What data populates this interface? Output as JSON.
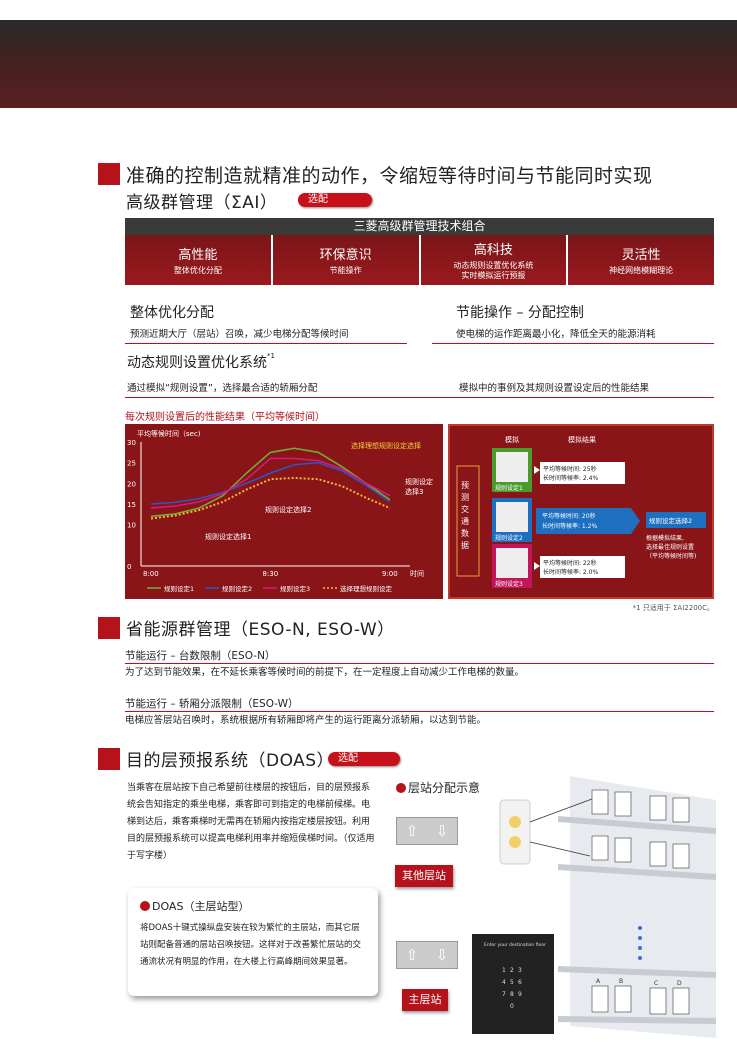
{
  "section1": {
    "title_line1": "准确的控制造就精准的动作，令缩短等待时间与节能同时实现",
    "title_line2": "高级群管理（ΣAI）",
    "badge": "选配"
  },
  "combo": {
    "title": "三菱高级群管理技术组合",
    "cells": [
      {
        "main": "高性能",
        "sub": "整体优化分配",
        "sub2": ""
      },
      {
        "main": "环保意识",
        "sub": "节能操作",
        "sub2": ""
      },
      {
        "main": "高科技",
        "sub": "动态规则设置优化系统",
        "sub2": "实时模拟运行预报"
      },
      {
        "main": "灵活性",
        "sub": "神经网络模糊理论",
        "sub2": ""
      }
    ]
  },
  "features": {
    "overall_title": "整体优化分配",
    "overall_desc": "预测近期大厅（层站）召唤，减少电梯分配等候时间",
    "energy_title": "节能操作 – 分配控制",
    "energy_desc": "使电梯的运作距离最小化，降低全天的能源消耗",
    "dynamic_title": "动态规则设置优化系统",
    "dynamic_sup": "*1",
    "dynamic_desc_left": "通过模拟“规则设置”，选择最合适的轿厢分配",
    "dynamic_desc_right": "模拟中的事例及其规则设置设定后的性能结果"
  },
  "chart_data": {
    "type": "line",
    "title": "每次规则设置后的性能结果（平均等候时间）",
    "ylabel": "平均等候时间（sec)",
    "xlabel": "时间",
    "x_ticks": [
      "8:00",
      "8:30",
      "9:00"
    ],
    "y_ticks": [
      0,
      10,
      15,
      20,
      25,
      30
    ],
    "ylim": [
      0,
      30
    ],
    "x": [
      0,
      0.1,
      0.2,
      0.3,
      0.4,
      0.5,
      0.6,
      0.7,
      0.8,
      0.9,
      1.0
    ],
    "series": [
      {
        "name": "规则设定1",
        "color": "#6fb13a",
        "values": [
          12,
          12.6,
          14,
          17,
          22.5,
          27.5,
          28.5,
          27.5,
          24,
          20,
          16
        ]
      },
      {
        "name": "规则设定2",
        "color": "#2b57c8",
        "values": [
          15,
          15.4,
          16.3,
          17.8,
          20,
          22.5,
          24.5,
          25,
          23,
          19.5,
          15.5
        ]
      },
      {
        "name": "规则设定3",
        "color": "#d81b7a",
        "values": [
          14,
          14.5,
          15.5,
          17.5,
          21,
          26,
          26,
          25.5,
          23.5,
          20,
          17
        ]
      },
      {
        "name": "选择理想规则设定",
        "color": "#f3b43a",
        "values": [
          11.5,
          12.2,
          13.5,
          15.5,
          18.5,
          21,
          21.3,
          21,
          19.3,
          16.5,
          14
        ]
      }
    ],
    "annotations": {
      "ideal": "选择理想规则设定选择",
      "rule1": "规则设定选择1",
      "rule2": "规则设定选择2",
      "rule3a": "规则设定",
      "rule3b": "选择3"
    }
  },
  "simulation": {
    "col1": "模拟",
    "col2": "模拟结果",
    "side_label": [
      "预",
      "测",
      "交",
      "通",
      "数",
      "据"
    ],
    "cases": [
      {
        "label": "规则设定1",
        "color": "#4a9a2c",
        "line1": "平均等候时间: 25秒",
        "line2": "长时间等候率: 2.4%"
      },
      {
        "label": "规则设定2",
        "color": "#1e6fc0",
        "line1": "平均等候时间: 20秒",
        "line2": "长时间等候率: 1.2%"
      },
      {
        "label": "规则设定3",
        "color": "#c2185b",
        "line1": "平均等候时间: 22秒",
        "line2": "长时间等候率: 2.0%"
      }
    ],
    "result_label": "规则设定选择2",
    "result_note1": "根据模拟结果,",
    "result_note2": "选择最佳规则设置",
    "result_note3": "（平均等候时间等)"
  },
  "footnote": "*1 只适用于 ΣAI2200C。",
  "section2": {
    "title": "省能源群管理（ESO-N, ESO-W）",
    "sub1_title": "节能运行 – 台数限制（ESO-N）",
    "sub1_desc": "为了达到节能效果，在不延长乘客等候时间的前提下，在一定程度上自动减少工作电梯的数量。",
    "sub2_title": "节能运行 – 轿厢分派限制（ESO-W）",
    "sub2_desc": "电梯应答层站召唤时，系统根据所有轿厢即将产生的运行距离分派轿厢，以达到节能。"
  },
  "section3": {
    "title": "目的层预报系统（DOAS）",
    "badge": "选配",
    "desc": "当乘客在层站按下自己希望前往楼层的按钮后，目的层预报系统会告知指定的乘坐电梯，乘客即可到指定的电梯前候梯。电梯到达后，乘客乘梯时无需再在轿厢内按指定楼层按钮。利用目的层预报系统可以提高电梯利用率并缩短侯梯时间。（仅适用于写字楼）",
    "box_title": "DOAS（主层站型）",
    "box_desc": "将DOAS十键式操纵盘安装在较为繁忙的主层站，而其它层站则配备普通的层站召唤按钮。这样对于改善繁忙层站的交通流状况有明显的作用，在大楼上行高峰期间效果显著。",
    "diagram_title": "层站分配示意",
    "other_floor": "其他层站",
    "main_floor": "主层站",
    "panel_text": "Enter your destination floor",
    "keypad": [
      "1",
      "2",
      "3",
      "4",
      "5",
      "6",
      "7",
      "8",
      "9",
      "0"
    ],
    "car_letters": [
      "A",
      "B",
      "C",
      "D"
    ]
  }
}
